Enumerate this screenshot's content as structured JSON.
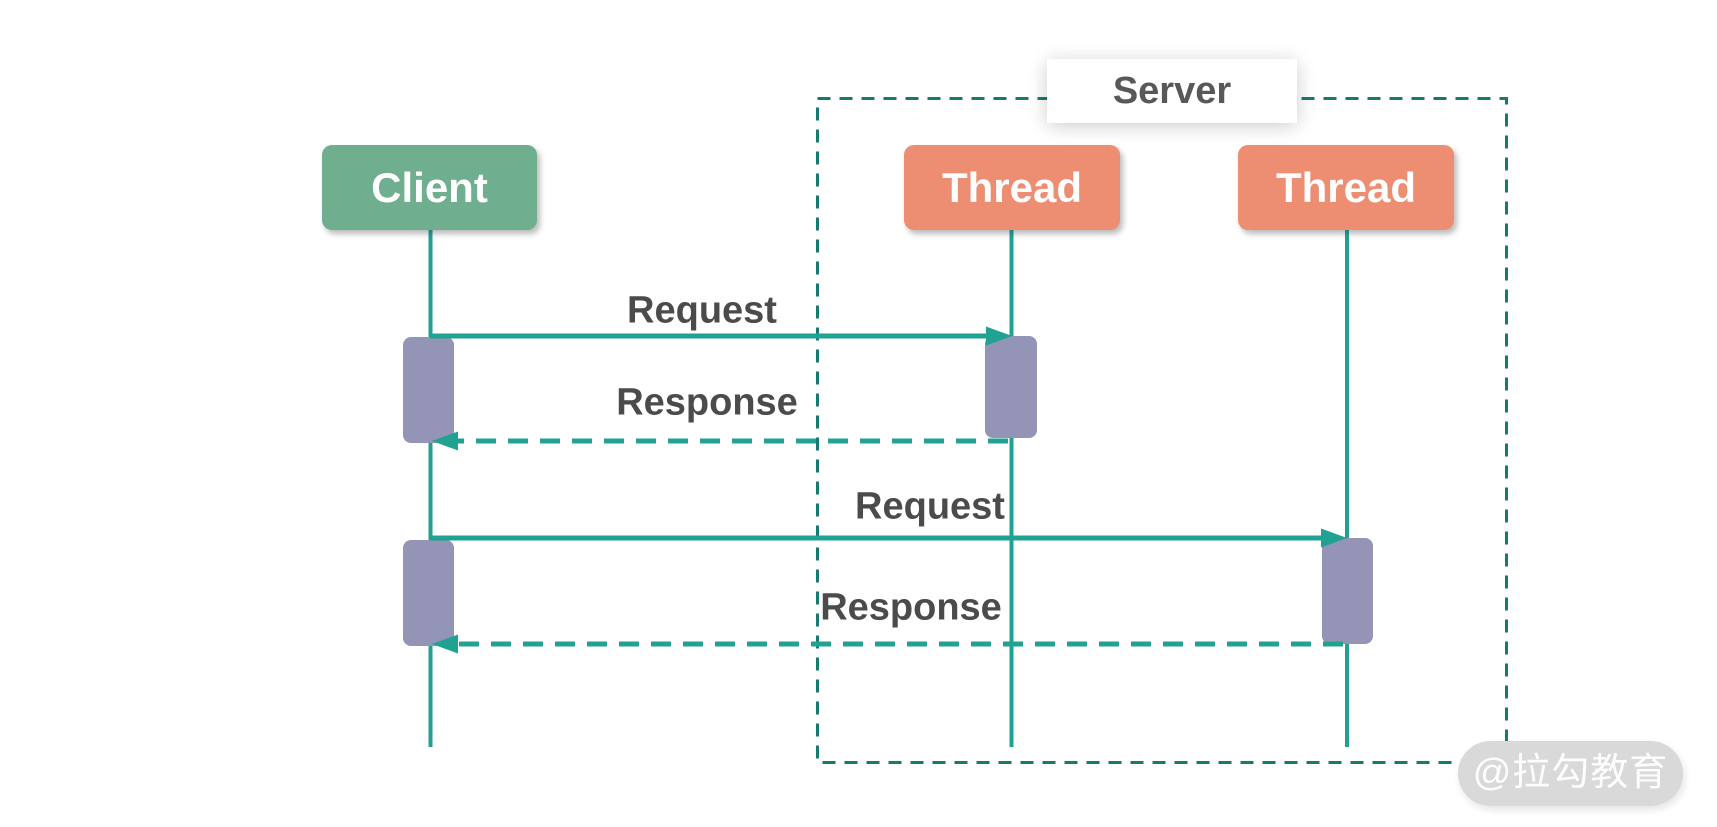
{
  "diagram": {
    "type": "sequence-diagram",
    "server_label": "Server",
    "actors": [
      {
        "id": "client",
        "label": "Client"
      },
      {
        "id": "thread-1",
        "label": "Thread"
      },
      {
        "id": "thread-2",
        "label": "Thread"
      }
    ],
    "messages": [
      {
        "id": "request-1",
        "label": "Request",
        "from": "client",
        "to": "thread-1",
        "line_style": "solid"
      },
      {
        "id": "response-1",
        "label": "Response",
        "from": "thread-1",
        "to": "client",
        "line_style": "dashed"
      },
      {
        "id": "request-2",
        "label": "Request",
        "from": "client",
        "to": "thread-2",
        "line_style": "solid"
      },
      {
        "id": "response-2",
        "label": "Response",
        "from": "thread-2",
        "to": "client",
        "line_style": "dashed"
      }
    ],
    "watermark": "@拉勾教育",
    "colors": {
      "client_box": "#6fae8e",
      "thread_box": "#ed8d72",
      "activation_bar": "#9394b6",
      "message_line": "#1fa292",
      "server_border": "#187a6d",
      "label_text": "#4b4b4b",
      "watermark_bg": "#d9d9d9"
    }
  }
}
